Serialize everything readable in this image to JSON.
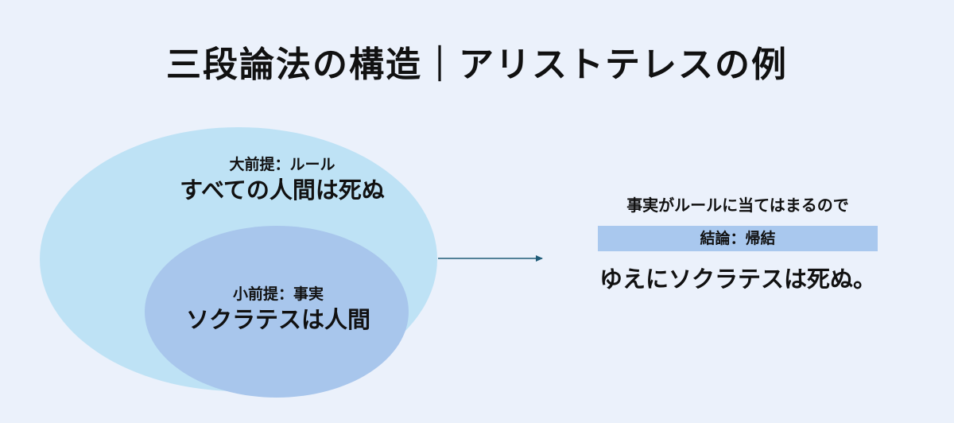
{
  "title": "三段論法の構造｜アリストテレスの例",
  "major_premise": {
    "caption": "大前提：ルール",
    "text": "すべての人間は死ぬ"
  },
  "minor_premise": {
    "caption": "小前提：事実",
    "text": "ソクラテスは人間"
  },
  "conclusion": {
    "lead_in": "事実がルールに当てはまるので",
    "label": "結論：帰結",
    "text": "ゆえにソクラテスは死ぬ。"
  },
  "colors": {
    "background": "#ebf1fb",
    "outer_ellipse": "#bee2f5",
    "inner_ellipse": "#a8c6ec",
    "conclusion_bar": "#a9c8ee",
    "arrow": "#1f5c78"
  }
}
